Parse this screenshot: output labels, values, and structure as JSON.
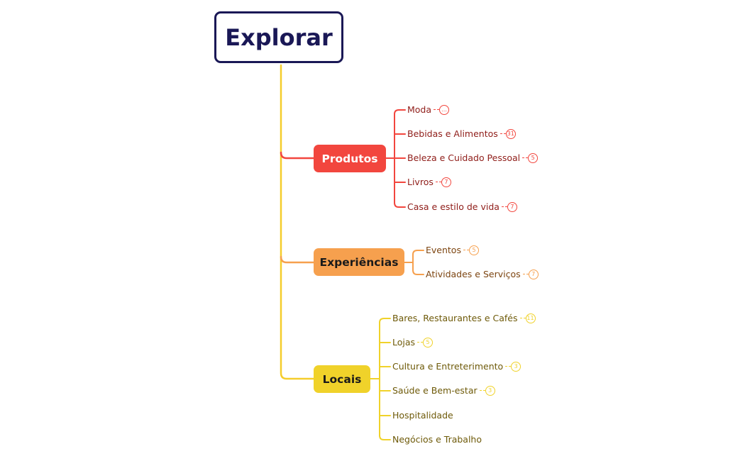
{
  "root": {
    "title": "Explorar"
  },
  "colors": {
    "root_border": "#1a1856",
    "trunk": "#f5cd2c",
    "produtos": "#f2463e",
    "experiencias": "#f6a04e",
    "locais": "#f0d22a",
    "produtos_text": "#8f1d19",
    "experiencias_text": "#7c4410",
    "locais_text": "#6e5a09"
  },
  "branches": [
    {
      "label": "Produtos",
      "color_key": "produtos",
      "children": [
        {
          "label": "Moda",
          "badge": "…"
        },
        {
          "label": "Bebidas e Alimentos",
          "badge": "31"
        },
        {
          "label": "Beleza e Cuidado Pessoal",
          "badge": "5"
        },
        {
          "label": "Livros",
          "badge": "7"
        },
        {
          "label": "Casa e estilo de vida",
          "badge": "7"
        }
      ]
    },
    {
      "label": "Experiências",
      "color_key": "experiencias",
      "children": [
        {
          "label": "Eventos",
          "badge": "5"
        },
        {
          "label": "Atividades e Serviços",
          "badge": "7"
        }
      ]
    },
    {
      "label": "Locais",
      "color_key": "locais",
      "children": [
        {
          "label": "Bares, Restaurantes e Cafés",
          "badge": "11"
        },
        {
          "label": "Lojas",
          "badge": "5"
        },
        {
          "label": "Cultura e Entreterimento",
          "badge": "3"
        },
        {
          "label": "Saúde e Bem-estar",
          "badge": "3"
        },
        {
          "label": "Hospitalidade",
          "badge": ""
        },
        {
          "label": "Negócios e Trabalho",
          "badge": ""
        }
      ]
    }
  ]
}
